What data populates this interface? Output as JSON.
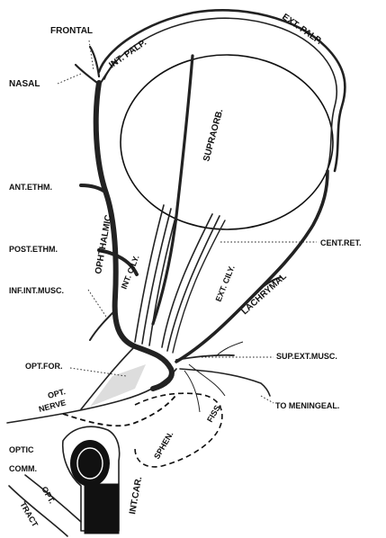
{
  "labels": {
    "frontal": "FRONTAL",
    "int_palp": "INT. PALP.",
    "ext_palp": "EXT. PALP.",
    "nasal": "NASAL",
    "supraorb": "SUPRAORB.",
    "ant_ethm": "ANT.ETHM.",
    "ophthalmic": "OPHTHALMIC",
    "int_cily": "INT. CILY.",
    "cent_ret": "CENT.RET.",
    "post_ethm": "POST.ETHM.",
    "ext_cily": "EXT. CILY.",
    "lachrymal": "LACHRYMAL",
    "inf_int_musc": "INF.INT.MUSC.",
    "sup_ext_musc": "SUP.EXT.MUSC.",
    "opt_for": "OPT.FOR.",
    "opt_nerve_1": "OPT.",
    "opt_nerve_2": "NERVE",
    "to_meningeal": "TO MENINGEAL.",
    "sphen_fiss_1": "SPHEN.",
    "sphen_fiss_2": "FISS.",
    "optic_comm_1": "OPTIC",
    "optic_comm_2": "COMM.",
    "int_car": "INT.CAR.",
    "opt_tract_1": "OPT.",
    "opt_tract_2": "TRACT"
  }
}
